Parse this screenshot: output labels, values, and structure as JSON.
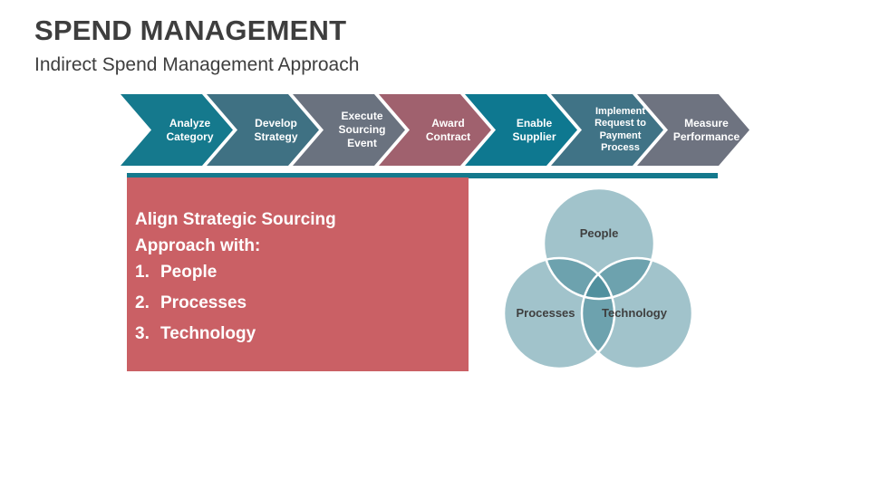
{
  "slide": {
    "title": "SPEND MANAGEMENT",
    "subtitle": "Indirect Spend Management Approach",
    "text_color": "#3e3e3e",
    "background_color": "#ffffff"
  },
  "process_flow": {
    "steps": [
      {
        "label": "Analyze Category",
        "color": "#15798d"
      },
      {
        "label": "Develop Strategy",
        "color": "#3f7183"
      },
      {
        "label": "Execute Sourcing Event",
        "color": "#6a727f"
      },
      {
        "label": "Award Contract",
        "color": "#a0616e"
      },
      {
        "label": "Enable Supplier",
        "color": "#0e7890"
      },
      {
        "label": "Implement Request to Payment Process",
        "color": "#407386"
      },
      {
        "label": "Measure Performance",
        "color": "#6e7380"
      }
    ]
  },
  "divider": {
    "color": "#14798d"
  },
  "callout": {
    "heading": "Align Strategic Sourcing Approach with:",
    "items": [
      {
        "num": "1.",
        "label": "People"
      },
      {
        "num": "2.",
        "label": "Processes"
      },
      {
        "num": "3.",
        "label": "Technology"
      }
    ],
    "bg_color": "#ca6065",
    "text_color": "#ffffff"
  },
  "venn": {
    "fill_color": "#2e7a8c",
    "stroke_color": "#ffffff",
    "label_color": "#3f3f3f",
    "circles": [
      {
        "label": "People"
      },
      {
        "label": "Processes"
      },
      {
        "label": "Technology"
      }
    ]
  }
}
